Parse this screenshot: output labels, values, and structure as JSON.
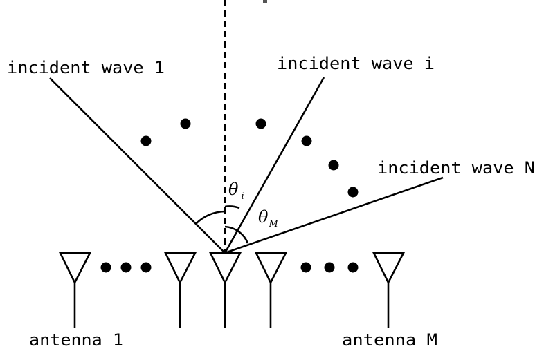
{
  "diagram": {
    "labels": {
      "wave_1": "incident wave 1",
      "wave_i": "incident wave i",
      "wave_n": "incident wave N",
      "antenna_1": "antenna 1",
      "antenna_m": "antenna M"
    },
    "angles": {
      "theta_i": {
        "symbol": "θ",
        "subscript": "i"
      },
      "theta_m": {
        "symbol": "θ",
        "subscript": "M"
      }
    },
    "colors": {
      "stroke": "#000000",
      "background": "#ffffff"
    }
  }
}
